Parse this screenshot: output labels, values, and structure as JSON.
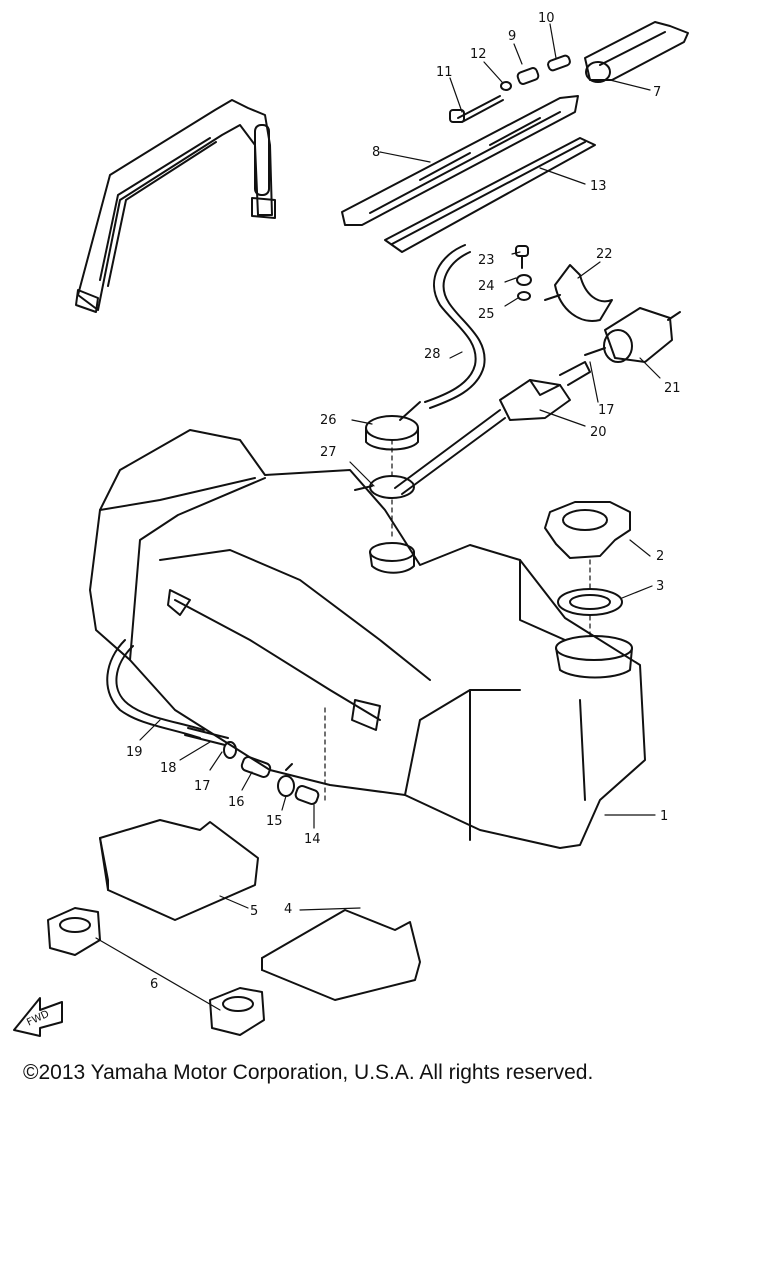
{
  "diagram": {
    "callouts": [
      "1",
      "2",
      "3",
      "4",
      "5",
      "6",
      "7",
      "8",
      "9",
      "10",
      "11",
      "12",
      "13",
      "14",
      "15",
      "16",
      "17",
      "17",
      "18",
      "19",
      "20",
      "21",
      "22",
      "23",
      "24",
      "25",
      "26",
      "27",
      "28"
    ],
    "direction_mark": "FWD"
  },
  "copyright": "©2013 Yamaha Motor Corporation, U.S.A. All rights reserved."
}
